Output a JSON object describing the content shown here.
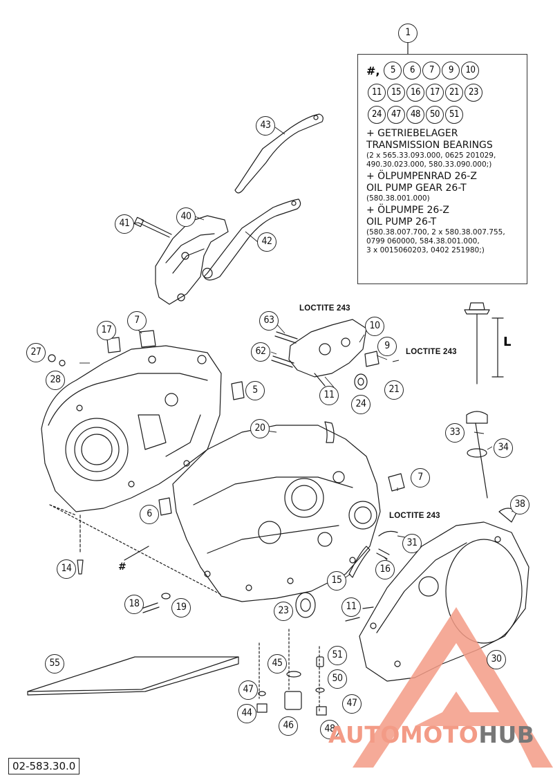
{
  "kit": {
    "ref": "1",
    "hash": "#,",
    "row1": [
      "5",
      "6",
      "7",
      "9",
      "10"
    ],
    "row2": [
      "11",
      "15",
      "16",
      "17",
      "21",
      "23"
    ],
    "row3": [
      "24",
      "47",
      "48",
      "50",
      "51"
    ],
    "lines": [
      {
        "text": "+ GETRIEBELAGER",
        "style": "h"
      },
      {
        "text": "TRANSMISSION BEARINGS",
        "style": "h"
      },
      {
        "text": "(2 x 565.33.093.000, 0625 201029,",
        "style": "s"
      },
      {
        "text": "490.30.023.000, 580.33.090.000;)",
        "style": "s"
      },
      {
        "text": "+ ÖLPUMPENRAD 26-Z",
        "style": "h"
      },
      {
        "text": "OIL PUMP GEAR 26-T",
        "style": "h"
      },
      {
        "text": "(580.38.001.000)",
        "style": "s"
      },
      {
        "text": "+ ÖLPUMPE 26-Z",
        "style": "h"
      },
      {
        "text": "OIL PUMP 26-T",
        "style": "h"
      },
      {
        "text": "(580.38.007.700, 2 x 580.38.007.755,",
        "style": "s"
      },
      {
        "text": "0799 060000, 584.38.001.000,",
        "style": "s"
      },
      {
        "text": "3 x 0015060203, 0402 251980;)",
        "style": "s"
      }
    ]
  },
  "callouts": {
    "c43": "43",
    "c41": "41",
    "c40": "40",
    "c42": "42",
    "c17": "17",
    "c7a": "7",
    "c27": "27",
    "c28": "28",
    "c5": "5",
    "c6": "6",
    "c20": "20",
    "c7b": "7",
    "c63": "63",
    "c62": "62",
    "c10": "10",
    "c9": "9",
    "c11a": "11",
    "c24": "24",
    "c21": "21",
    "c33": "33",
    "c34": "34",
    "c38": "38",
    "c31": "31",
    "c15": "15",
    "c16": "16",
    "c14": "14",
    "c18": "18",
    "c19": "19",
    "c23": "23",
    "c11b": "11",
    "c30": "30",
    "c55": "55",
    "c45": "45",
    "c51": "51",
    "c50": "50",
    "c47a": "47",
    "c47b": "47",
    "c44": "44",
    "c46": "46",
    "c48": "48"
  },
  "loctite": {
    "l1": "LOCTITE 243",
    "l2": "LOCTITE 243",
    "l3": "LOCTITE 243"
  },
  "hash_mark": "#",
  "dimension_label": "L",
  "booklet_text": "",
  "drawing_number": "02-583.30.0",
  "watermark": {
    "part1": "AUTOMOTO",
    "part2": "HUB",
    "color1": "#f39b86",
    "color2": "#777777"
  }
}
